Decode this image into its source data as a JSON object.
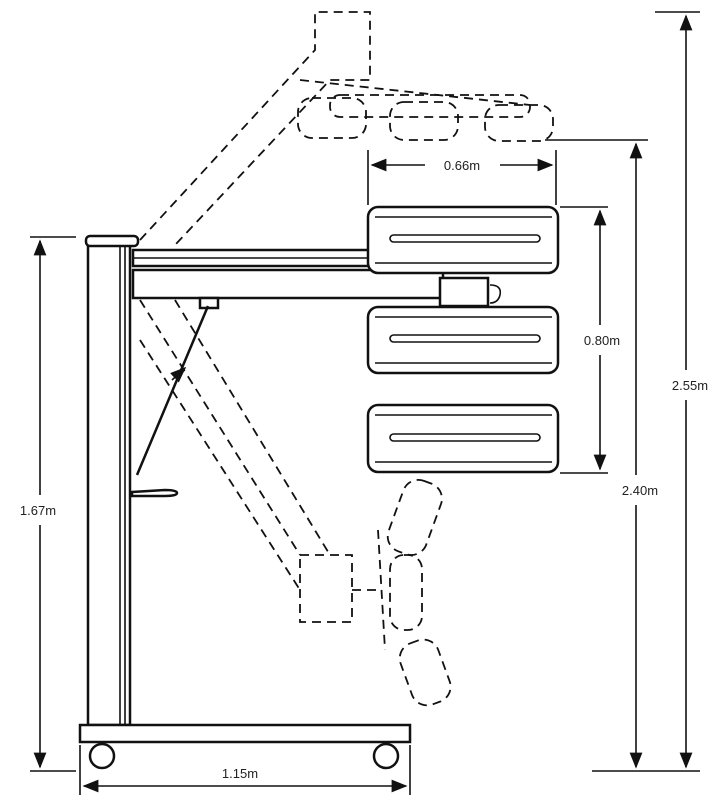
{
  "dimensions": {
    "lamp_width": "0.66m",
    "lamp_array_height": "0.80m",
    "max_height": "2.55m",
    "lamp_top_height": "2.40m",
    "column_height": "1.67m",
    "base_width": "1.15m"
  }
}
